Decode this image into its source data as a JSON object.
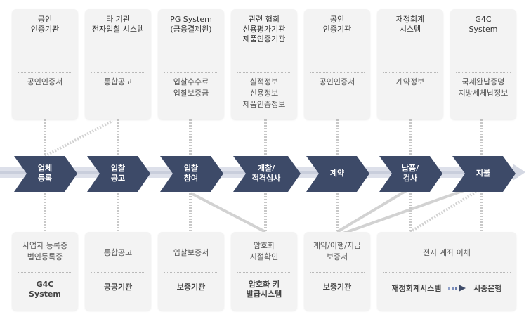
{
  "top_boxes": [
    {
      "title": [
        "공인",
        "인증기관"
      ],
      "items": [
        "공인인증서"
      ]
    },
    {
      "title": [
        "타 기관",
        "전자입찰 시스템"
      ],
      "items": [
        "통합공고"
      ]
    },
    {
      "title": [
        "PG System",
        "(금융결제원)"
      ],
      "items": [
        "입찰수수료",
        "입찰보증금"
      ]
    },
    {
      "title": [
        "관련 협회",
        "신용평가기관",
        "제품인증기관"
      ],
      "items": [
        "실적정보",
        "신용정보",
        "제품인증정보"
      ]
    },
    {
      "title": [
        "공인",
        "인증기관"
      ],
      "items": [
        "공인인증서"
      ]
    },
    {
      "title": [
        "재정회계",
        "시스템"
      ],
      "items": [
        "계약정보"
      ]
    },
    {
      "title": [
        "G4C",
        "System"
      ],
      "items": [
        "국세완납증명",
        "지방세체납정보"
      ]
    }
  ],
  "steps": [
    [
      "업체",
      "등록"
    ],
    [
      "입찰",
      "공고"
    ],
    [
      "입찰",
      "참여"
    ],
    [
      "개찰/",
      "적격심사"
    ],
    [
      "계약"
    ],
    [
      "납품/",
      "검사"
    ],
    [
      "지불"
    ]
  ],
  "bottom_boxes": [
    {
      "items": [
        "사업자 등록증",
        "법인등록증"
      ],
      "title": [
        "G4C",
        "System"
      ]
    },
    {
      "items": [
        "통합공고"
      ],
      "title": [
        "공공기관"
      ]
    },
    {
      "items": [
        "입찰보증서"
      ],
      "title": [
        "보증기관"
      ]
    },
    {
      "items": [
        "암호화",
        "시절확인"
      ],
      "title": [
        "암호화 키",
        "발급시스템"
      ]
    },
    {
      "items": [
        "계약/이행/지급",
        "보증서"
      ],
      "title": [
        "보증기관"
      ]
    }
  ],
  "payment_box": {
    "items": [
      "전자 계좌 이체"
    ],
    "from": "재정회계시스템",
    "to": "시중은행"
  },
  "colors": {
    "step_fill": "#3d4a68",
    "flow_bar": "#cfd3e0",
    "box_bg": "#f3f3f3",
    "connector": "#cccccc"
  }
}
